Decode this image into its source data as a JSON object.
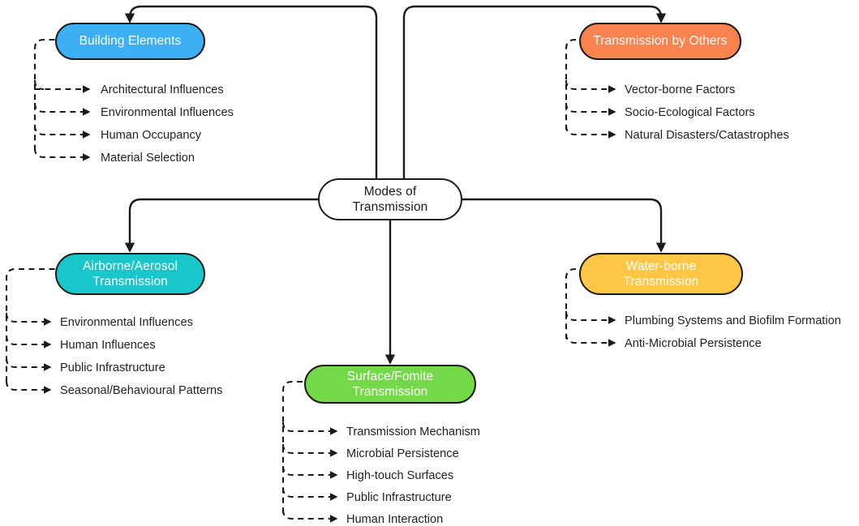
{
  "diagram": {
    "title": "Modes of Transmission",
    "center": {
      "label": "Modes of\nTransmission",
      "line1": "Modes of",
      "line2": "Transmission",
      "fill": "#ffffff",
      "text_color": "#1b1b1b"
    },
    "branches": [
      {
        "id": "building-elements",
        "line1": "Building Elements",
        "line2": "",
        "fill": "#3CB0F3",
        "items": [
          "Architectural Influences",
          "Environmental Influences",
          "Human Occupancy",
          "Material Selection"
        ]
      },
      {
        "id": "transmission-by-others",
        "line1": "Transmission by Others",
        "line2": "",
        "fill": "#F9834F",
        "items": [
          "Vector-borne Factors",
          "Socio-Ecological Factors",
          "Natural Disasters/Catastrophes"
        ]
      },
      {
        "id": "airborne-aerosol-transmission",
        "line1": "Airborne/Aerosol",
        "line2": "Transmission",
        "fill": "#19C6C9",
        "items": [
          "Environmental Influences",
          "Human Influences",
          "Public Infrastructure",
          "Seasonal/Behavioural  Patterns"
        ]
      },
      {
        "id": "water-borne-transmission",
        "line1": "Water-borne",
        "line2": "Transmission",
        "fill": "#FDC645",
        "items": [
          "Plumbing Systems and Biofilm Formation",
          "Anti-Microbial Persistence"
        ]
      },
      {
        "id": "surface-fomite-transmission",
        "line1": "Surface/Fomite",
        "line2": "Transmission",
        "fill": "#73D948",
        "items": [
          "Transmission Mechanism",
          "Microbial Persistence",
          "High-touch Surfaces",
          "Public Infrastructure",
          "Human Interaction"
        ]
      }
    ],
    "stroke_color": "#1b1b1b"
  }
}
